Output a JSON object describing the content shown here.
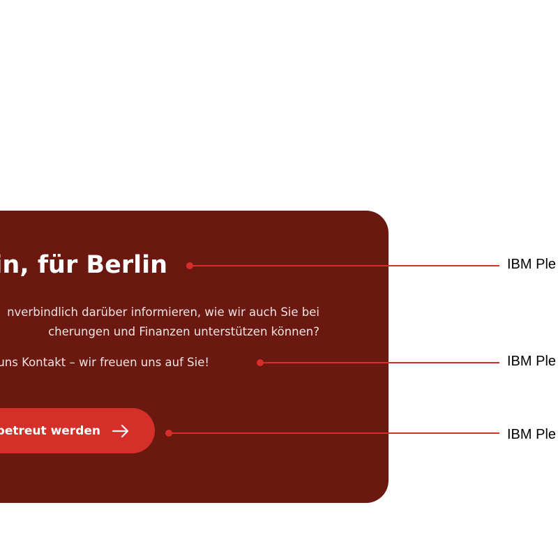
{
  "card": {
    "headline": "lin, für Berlin",
    "paragraph_line_1": "nverbindlich darüber informieren, wie wir auch Sie bei",
    "paragraph_line_2": "cherungen und Finanzen unterstützen können?",
    "paragraph_line_3": "nit uns Kontakt – wir freuen uns auf Sie!",
    "cta_label": "t betreut werden",
    "cta_icon": "arrow-right-icon"
  },
  "annotations": [
    {
      "label": "IBM Ple"
    },
    {
      "label": "IBM Ple"
    },
    {
      "label": "IBM Ple"
    }
  ],
  "colors": {
    "card_background": "#6a1810",
    "accent_red": "#d52f29",
    "text_light": "#ffffff"
  }
}
